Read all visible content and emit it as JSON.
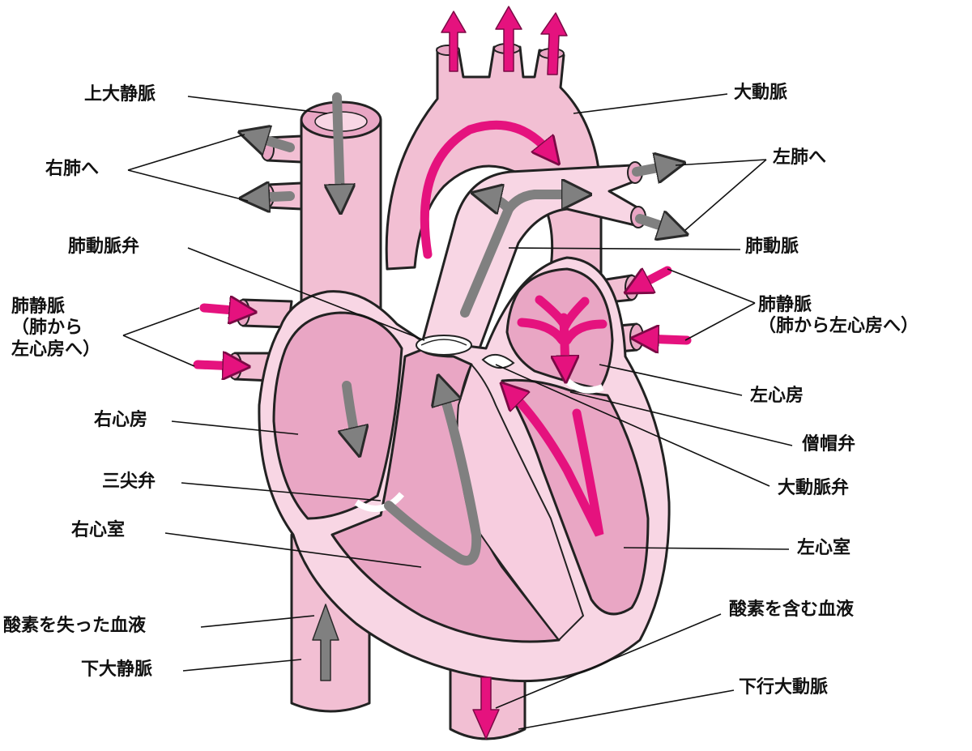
{
  "colors": {
    "tissue_light": "#f8d6e4",
    "tissue_mid": "#f2bfd3",
    "chamber": "#e9a6c4",
    "septum": "#f7cddf",
    "oxygen_rich_arrow": "#e5127e",
    "oxygen_poor_arrow": "#808080",
    "outline": "#222222"
  },
  "labels": {
    "superior_vena_cava": "上大静脈",
    "to_right_lung": "右肺へ",
    "pulmonary_valve": "肺動脈弁",
    "pulmonary_veins_right": "肺静脈\n（肺から\n左心房へ）",
    "right_atrium": "右心房",
    "tricuspid_valve": "三尖弁",
    "right_ventricle": "右心室",
    "deoxygenated_blood": "酸素を失った血液",
    "inferior_vena_cava": "下大静脈",
    "aorta": "大動脈",
    "to_left_lung": "左肺へ",
    "pulmonary_artery": "肺動脈",
    "pulmonary_veins_left": "肺静脈\n（肺から左心房へ）",
    "left_atrium": "左心房",
    "mitral_valve": "僧帽弁",
    "aortic_valve": "大動脈弁",
    "left_ventricle": "左心室",
    "oxygenated_blood": "酸素を含む血液",
    "descending_aorta": "下行大動脈"
  }
}
